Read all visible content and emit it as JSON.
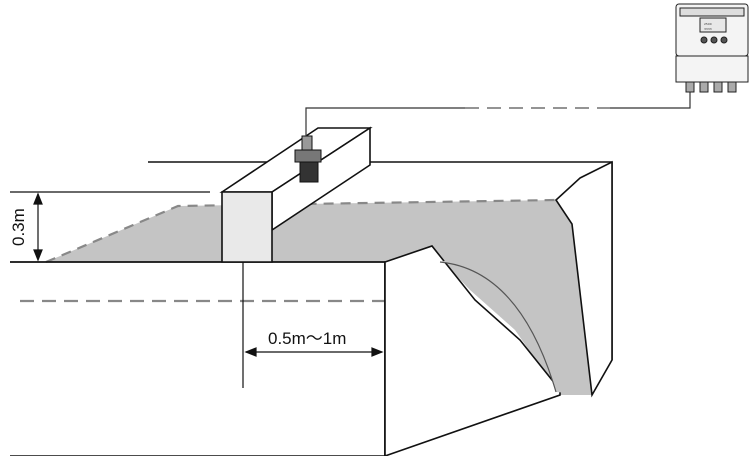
{
  "labels": {
    "height_dimension": "0.3m",
    "distance_dimension": "0.5m～1m"
  },
  "colors": {
    "line": "#111111",
    "water": "#c4c4c4",
    "water_dash": "#8a8a8a",
    "sensor": "#555555"
  },
  "components": {
    "transmitter_screen_lines": [
      "2500",
      "3333"
    ]
  }
}
